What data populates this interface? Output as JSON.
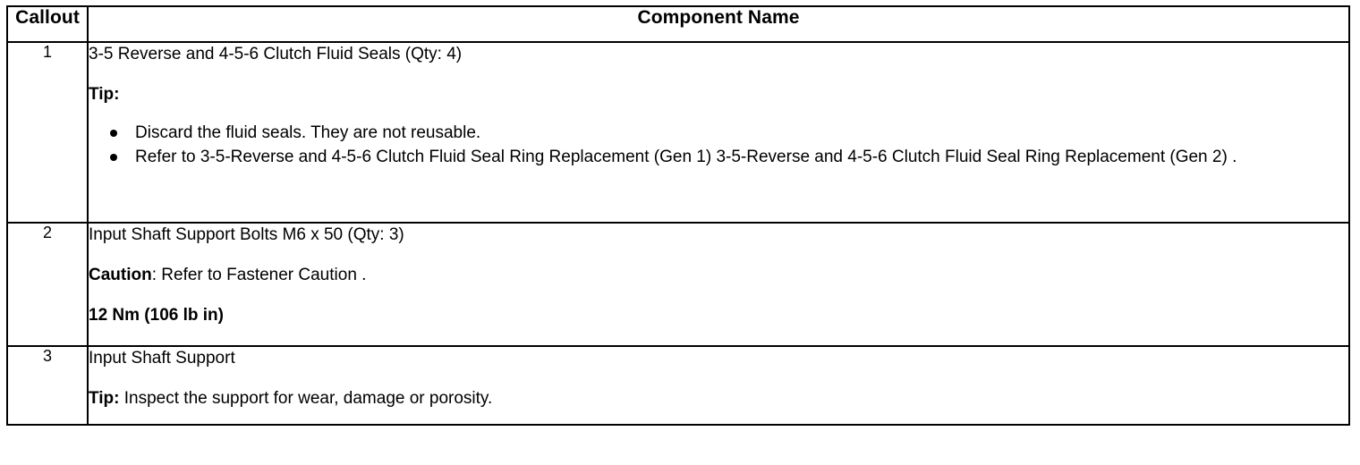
{
  "table": {
    "headers": {
      "callout": "Callout",
      "component_name": "Component Name"
    },
    "rows": [
      {
        "callout": "1",
        "title": "3-5 Reverse and 4-5-6 Clutch Fluid Seals (Qty: 4)",
        "tip_label": "Tip:",
        "bullets": [
          "Discard the fluid seals. They are not reusable.",
          "Refer to 3-5-Reverse and 4-5-6 Clutch Fluid Seal Ring Replacement (Gen 1) 3-5-Reverse and 4-5-6 Clutch Fluid Seal Ring Replacement (Gen 2) ."
        ]
      },
      {
        "callout": "2",
        "title": "Input Shaft Support Bolts M6 x 50 (Qty: 3)",
        "caution_label": "Caution",
        "caution_text": ": Refer to Fastener Caution .",
        "torque": "12 Nm (106 lb in)"
      },
      {
        "callout": "3",
        "title": "Input Shaft Support",
        "tip_label": "Tip:",
        "tip_text": " Inspect the support for wear, damage or porosity."
      }
    ]
  }
}
